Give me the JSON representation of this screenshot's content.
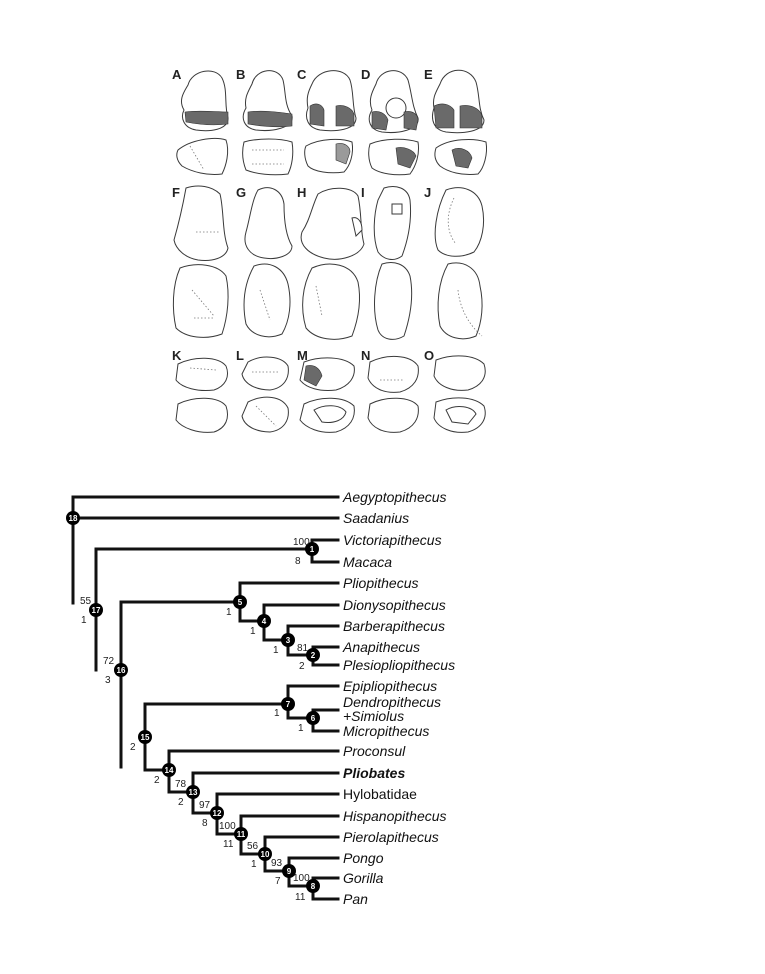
{
  "panels": [
    "A",
    "B",
    "C",
    "D",
    "E",
    "F",
    "G",
    "H",
    "I",
    "J",
    "K",
    "L",
    "M",
    "N",
    "O"
  ],
  "tree": {
    "taxa": [
      {
        "label": "Aegyptopithecus",
        "style": "italic"
      },
      {
        "label": "Saadanius",
        "style": "italic"
      },
      {
        "label": "Victoriapithecus",
        "style": "italic"
      },
      {
        "label": "Macaca",
        "style": "italic"
      },
      {
        "label": "Pliopithecus",
        "style": "italic"
      },
      {
        "label": "Dionysopithecus",
        "style": "italic"
      },
      {
        "label": "Barberapithecus",
        "style": "italic"
      },
      {
        "label": "Anapithecus",
        "style": "italic"
      },
      {
        "label": "Plesiopliopithecus",
        "style": "italic"
      },
      {
        "label": "Epipliopithecus",
        "style": "italic"
      },
      {
        "label": "Dendropithecus",
        "style": "italic"
      },
      {
        "label": "+Simiolus",
        "style": "italic"
      },
      {
        "label": "Micropithecus",
        "style": "italic"
      },
      {
        "label": "Proconsul",
        "style": "italic"
      },
      {
        "label": "Pliobates",
        "style": "bold-italic"
      },
      {
        "label": "Hylobatidae",
        "style": "plain"
      },
      {
        "label": "Hispanopithecus",
        "style": "italic"
      },
      {
        "label": "Pierolapithecus",
        "style": "italic"
      },
      {
        "label": "Pongo",
        "style": "italic"
      },
      {
        "label": "Gorilla",
        "style": "italic"
      },
      {
        "label": "Pan",
        "style": "italic"
      }
    ],
    "nodes": [
      {
        "id": "18",
        "above": "",
        "below": ""
      },
      {
        "id": "17",
        "above": "55",
        "below": "1"
      },
      {
        "id": "1",
        "above": "100",
        "below": "8"
      },
      {
        "id": "16",
        "above": "72",
        "below": "3"
      },
      {
        "id": "5",
        "above": "",
        "below": "1"
      },
      {
        "id": "4",
        "above": "",
        "below": "1"
      },
      {
        "id": "3",
        "above": "",
        "below": "1"
      },
      {
        "id": "2",
        "above": "81",
        "below": "2"
      },
      {
        "id": "15",
        "above": "",
        "below": "2"
      },
      {
        "id": "7",
        "above": "",
        "below": "1"
      },
      {
        "id": "6",
        "above": "",
        "below": "1"
      },
      {
        "id": "14",
        "above": "",
        "below": "2"
      },
      {
        "id": "13",
        "above": "78",
        "below": "2"
      },
      {
        "id": "12",
        "above": "97",
        "below": "8"
      },
      {
        "id": "11",
        "above": "100",
        "below": "11"
      },
      {
        "id": "10",
        "above": "56",
        "below": "1"
      },
      {
        "id": "9",
        "above": "93",
        "below": "7"
      },
      {
        "id": "8",
        "above": "100",
        "below": "11"
      }
    ]
  }
}
